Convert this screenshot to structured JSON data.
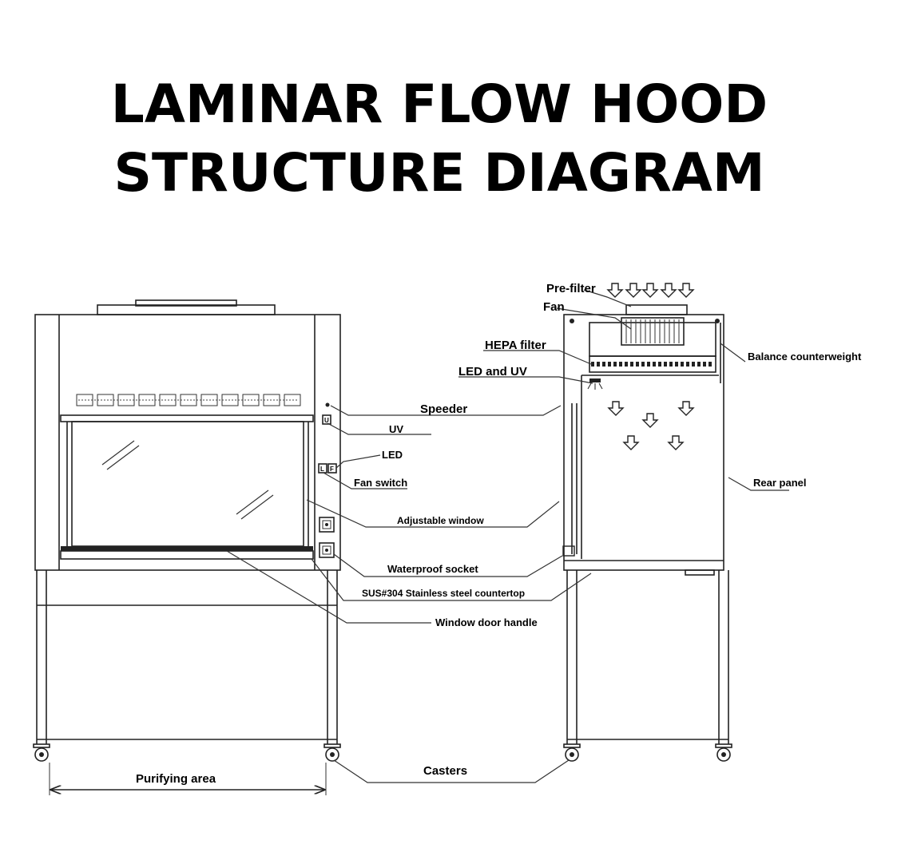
{
  "title": {
    "line1": "LAMINAR FLOW HOOD",
    "line2": "STRUCTURE DIAGRAM"
  },
  "labels": {
    "pre_filter": "Pre-filter",
    "fan": "Fan",
    "hepa_filter": "HEPA filter",
    "led_and_uv": "LED and UV",
    "speeder": "Speeder",
    "uv": "UV",
    "led": "LED",
    "fan_switch": "Fan switch",
    "adjustable_window": "Adjustable window",
    "waterproof_socket": "Waterproof socket",
    "countertop": "SUS#304 Stainless steel countertop",
    "window_door_handle": "Window door handle",
    "balance_counterweight": "Balance counterweight",
    "rear_panel": "Rear panel",
    "casters": "Casters",
    "purifying_area": "Purifying area"
  },
  "panel_marks": {
    "uv_switch": "U",
    "led_switch": "L",
    "fan_switch": "F"
  }
}
